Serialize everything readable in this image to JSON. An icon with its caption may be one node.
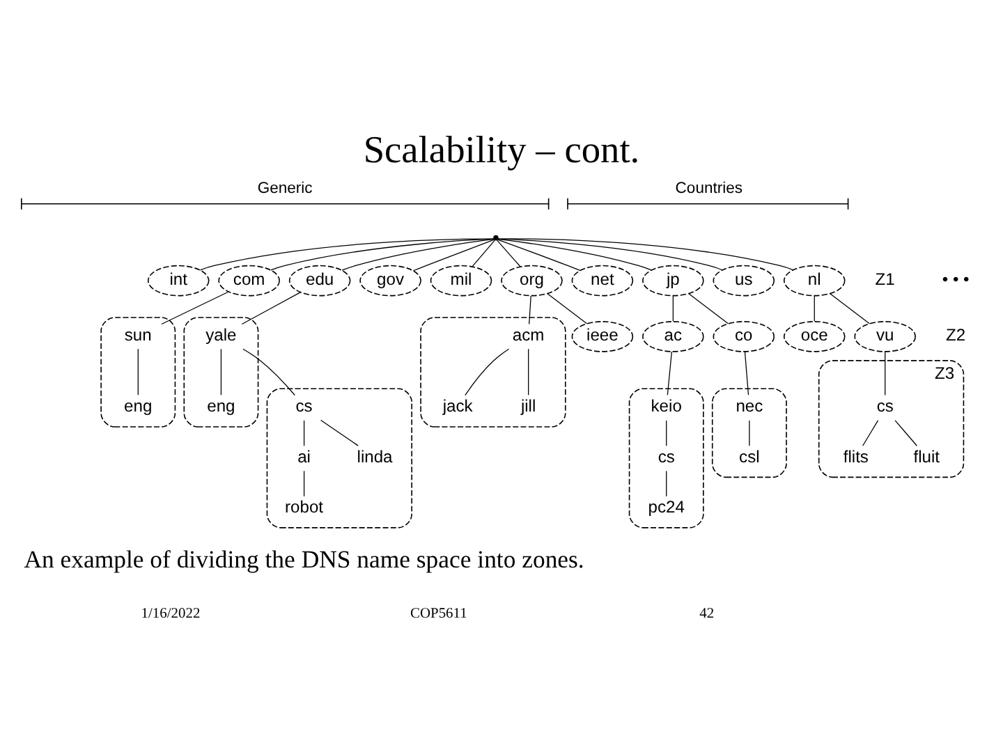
{
  "diagram": {
    "title": "Scalability – cont.",
    "caption": "An example of dividing the DNS name space into zones.",
    "nodes": [
      {
        "text": [],
        "shape": "point"
      },
      {
        "text": [
          "int"
        ]
      },
      {
        "text": [
          "com"
        ]
      },
      {
        "text": [
          "edu"
        ]
      },
      {
        "text": [
          "gov"
        ]
      },
      {
        "text": [
          "mil"
        ]
      },
      {
        "text": [
          "org"
        ]
      },
      {
        "text": [
          "net"
        ]
      },
      {
        "text": [
          "jp"
        ]
      },
      {
        "text": [
          "us"
        ]
      },
      {
        "text": [
          "nl"
        ],
        "beside": [
          "Z1"
        ]
      },
      {
        "text": [],
        "shape": "ellipse"
      },
      {
        "text": [
          "sun"
        ],
        "in": 11
      },
      {
        "text": [],
        "shape": "ellipse"
      },
      {
        "text": [
          "yale"
        ],
        "in": 13
      },
      {
        "text": [],
        "shape": "ellipse"
      },
      {
        "text": [
          "acm"
        ],
        "in": 15
      },
      {
        "text": [
          "ieee"
        ]
      },
      {
        "text": [
          "ac"
        ]
      },
      {
        "text": [
          "co"
        ]
      },
      {
        "text": [
          "oce"
        ]
      },
      {
        "text": [
          "vu"
        ],
        "beside": [
          "Z2"
        ]
      },
      {
        "text": [
          "eng"
        ],
        "in": 11
      },
      {
        "text": [],
        "shape": "ellipse"
      },
      {
        "text": [
          "cs"
        ],
        "in": 23
      },
      {
        "text": [
          "eng"
        ],
        "in": 13
      },
      {
        "text": [
          "jack"
        ],
        "in": 15
      },
      {
        "text": [
          "jill"
        ],
        "in": 15
      },
      {
        "text": [],
        "shape": "ellipse"
      },
      {
        "text": [
          "keio"
        ],
        "in": 28
      },
      {
        "text": [],
        "shape": "ellipse"
      },
      {
        "text": [
          "nec"
        ],
        "in": 30
      },
      {
        "text": [],
        "shape": "ellipse",
        "beside": [
          "Z3"
        ]
      },
      {
        "text": [
          "cs"
        ],
        "in": 32
      },
      {
        "text": [
          "ai"
        ],
        "in": 23
      },
      {
        "text": [
          "linda"
        ],
        "in": 23
      },
      {
        "text": [
          "cs"
        ],
        "in": 28
      },
      {
        "text": [
          "csl"
        ],
        "in": 30
      },
      {
        "text": [
          "flits"
        ],
        "in": 32
      },
      {
        "text": [
          "fluit"
        ],
        "in": 32
      },
      {
        "text": [
          "robot"
        ],
        "in": 23
      },
      {
        "text": [
          "pc24"
        ],
        "in": 28
      }
    ],
    "edges": [
      {
        "from": 0,
        "to": 1,
        "arrow": "none"
      },
      {
        "from": 0,
        "to": 2,
        "arrow": "none"
      },
      {
        "from": 0,
        "to": 3,
        "arrow": "none"
      },
      {
        "from": 0,
        "to": 4,
        "arrow": "none"
      },
      {
        "from": 0,
        "to": 5,
        "arrow": "none"
      },
      {
        "from": 0,
        "to": 6,
        "arrow": "none"
      },
      {
        "from": 0,
        "to": 7,
        "arrow": "none"
      },
      {
        "from": 0,
        "to": 8,
        "arrow": "none"
      },
      {
        "from": 0,
        "to": 9,
        "arrow": "none"
      },
      {
        "from": 0,
        "to": 10,
        "arrow": "none"
      },
      {
        "from": 2,
        "to": 12,
        "arrow": "none"
      },
      {
        "from": 12,
        "to": 22,
        "arrow": "none"
      },
      {
        "from": 3,
        "to": 14,
        "arrow": "none"
      },
      {
        "from": 14,
        "to": 25,
        "arrow": "none"
      },
      {
        "from": 14,
        "to": 24,
        "arrow": "none"
      },
      {
        "from": 24,
        "to": 34,
        "arrow": "none"
      },
      {
        "from": 24,
        "to": 35,
        "arrow": "none"
      },
      {
        "from": 34,
        "to": 40,
        "arrow": "none"
      },
      {
        "from": 6,
        "to": 16,
        "arrow": "none"
      },
      {
        "from": 6,
        "to": 17,
        "arrow": "none"
      },
      {
        "from": 16,
        "to": 26,
        "arrow": "none"
      },
      {
        "from": 16,
        "to": 27,
        "arrow": "none"
      },
      {
        "from": 8,
        "to": 18,
        "arrow": "none"
      },
      {
        "from": 8,
        "to": 19,
        "arrow": "none"
      },
      {
        "from": 18,
        "to": 29,
        "arrow": "none"
      },
      {
        "from": 29,
        "to": 36,
        "arrow": "none"
      },
      {
        "from": 36,
        "to": 41,
        "arrow": "none"
      },
      {
        "from": 19,
        "to": 31,
        "arrow": "none"
      },
      {
        "from": 31,
        "to": 37,
        "arrow": "none"
      },
      {
        "from": 10,
        "to": 20,
        "arrow": "none"
      },
      {
        "from": 10,
        "to": 21,
        "arrow": "none"
      },
      {
        "from": 21,
        "to": 33,
        "arrow": "none"
      },
      {
        "from": 33,
        "to": 38,
        "arrow": "none"
      },
      {
        "from": 33,
        "to": 39,
        "arrow": "none"
      }
    ],
    "labels": [
      "Generic",
      "Countries",
      "• • •",
      "1/16/2022",
      "COP5611",
      "42"
    ]
  }
}
